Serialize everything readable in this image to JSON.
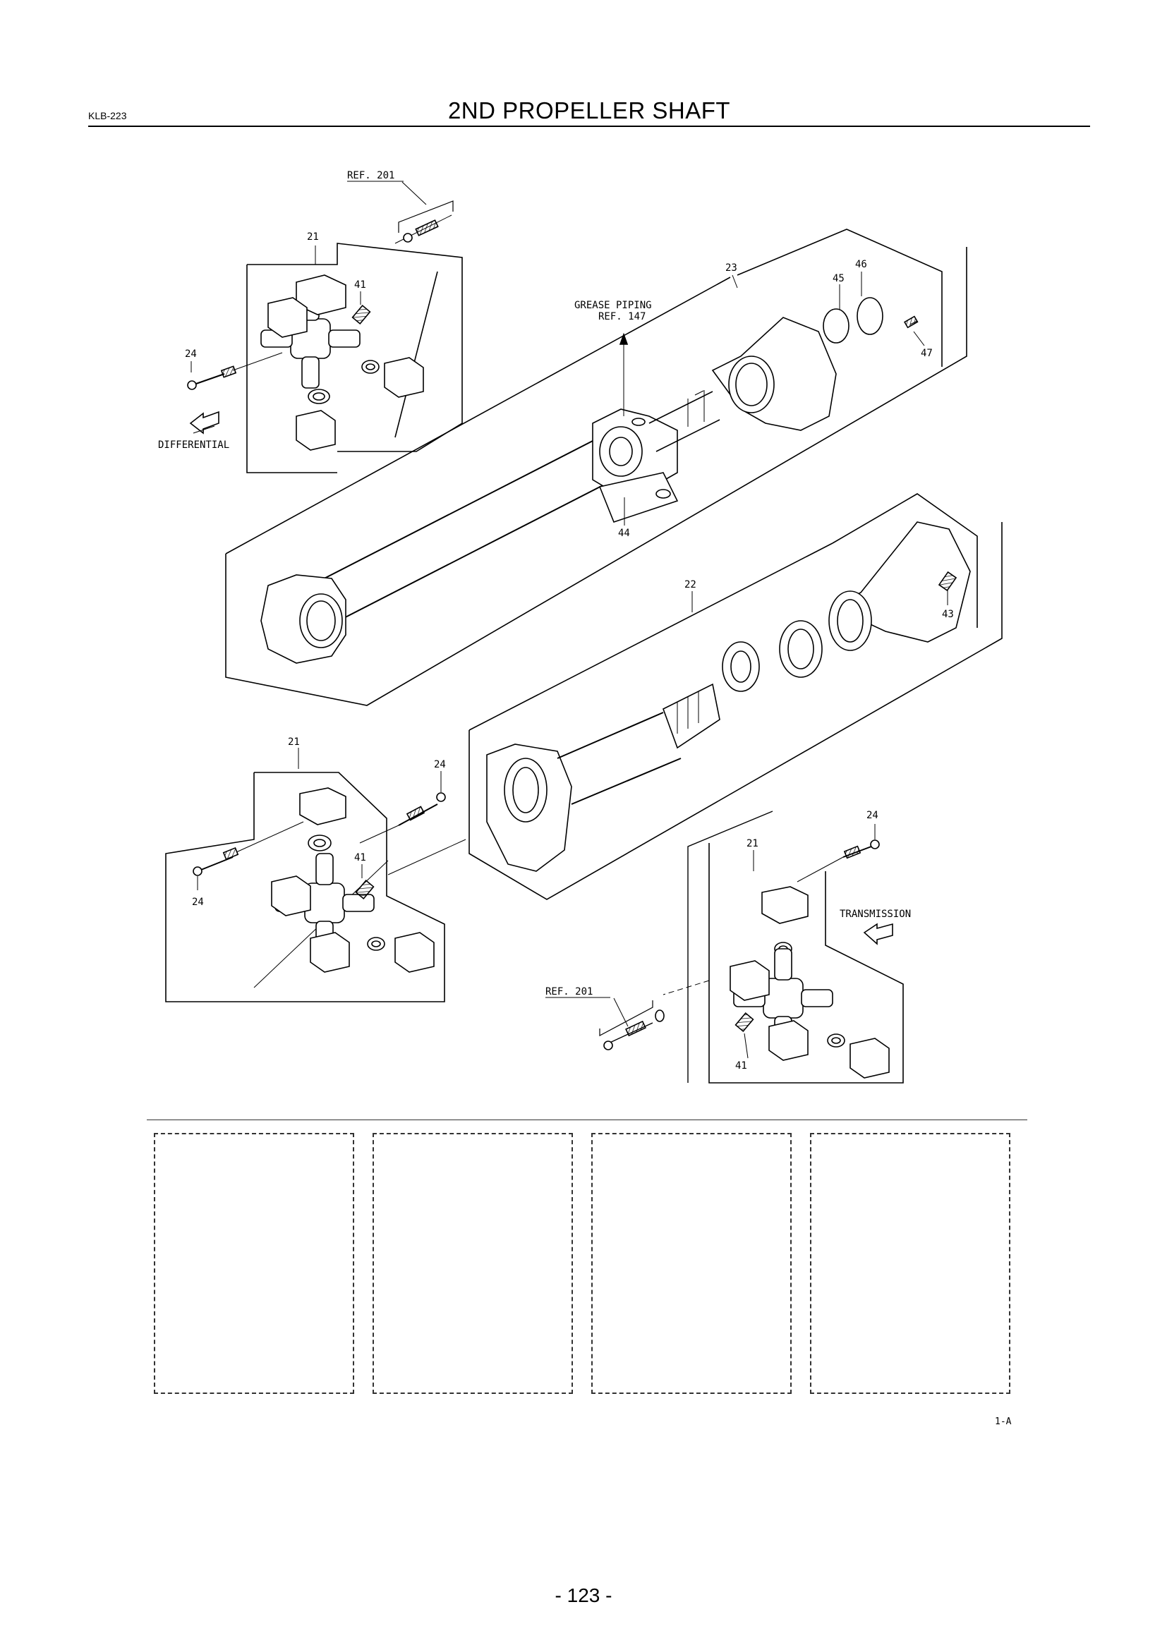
{
  "header": {
    "code": "KLB-223",
    "title": "2ND PROPELLER SHAFT"
  },
  "diagram": {
    "callouts": {
      "ref201_top": "REF. 201",
      "ref201_bottom": "REF. 201",
      "grease_piping_line1": "GREASE PIPING",
      "grease_piping_line2": "REF. 147",
      "differential": "DIFFERENTIAL",
      "transmission": "TRANSMISSION"
    },
    "part_numbers": {
      "p21_a": "21",
      "p21_b": "21",
      "p21_c": "21",
      "p22": "22",
      "p23": "23",
      "p24_a": "24",
      "p24_b": "24",
      "p24_c": "24",
      "p24_d": "24",
      "p41_a": "41",
      "p41_b": "41",
      "p41_c": "41",
      "p43": "43",
      "p44": "44",
      "p45": "45",
      "p46": "46",
      "p47": "47"
    }
  },
  "footer": {
    "figure_ref": "1-A",
    "page_number": "- 123 -"
  }
}
